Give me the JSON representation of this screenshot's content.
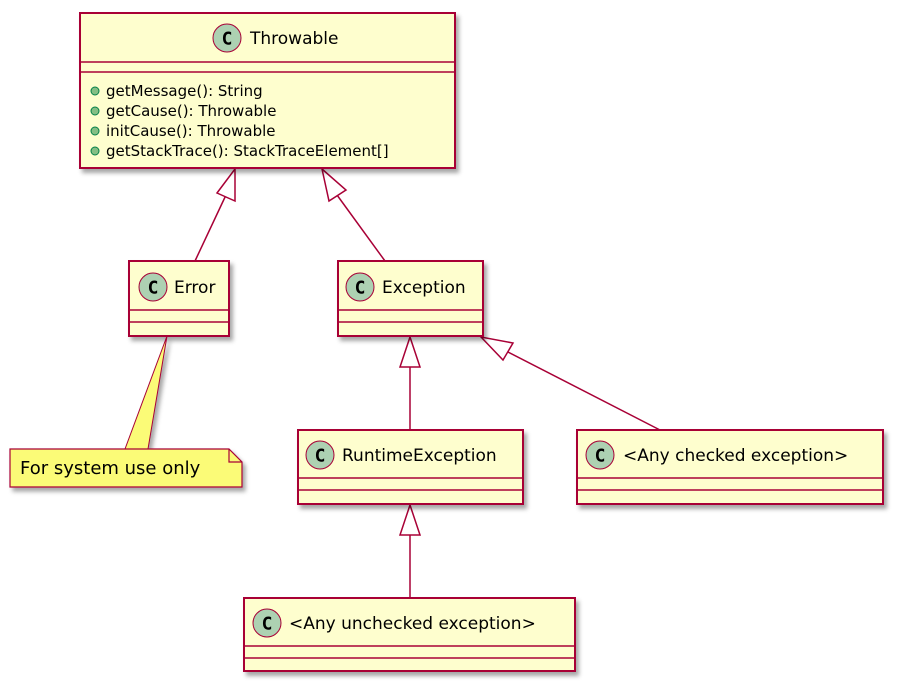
{
  "colors": {
    "class_fill": "#FEFECE",
    "class_border": "#A80036",
    "spot_fill": "#ADD1B2",
    "note_fill": "#FBFB77",
    "public_dot": "#84BE84",
    "public_dot_border": "#038048"
  },
  "spot_glyph": "C",
  "classes": {
    "throwable": {
      "name": "Throwable",
      "methods": [
        "getMessage(): String",
        "getCause(): Throwable",
        "initCause(): Throwable",
        "getStackTrace(): StackTraceElement[]"
      ]
    },
    "error": {
      "name": "Error"
    },
    "exception": {
      "name": "Exception"
    },
    "runtime_exception": {
      "name": "RuntimeException"
    },
    "checked": {
      "name": "<Any checked exception>"
    },
    "unchecked": {
      "name": "<Any unchecked exception>"
    }
  },
  "note": {
    "text": "For system use only"
  },
  "relations": [
    {
      "from": "Error",
      "to": "Throwable",
      "type": "inheritance"
    },
    {
      "from": "Exception",
      "to": "Throwable",
      "type": "inheritance"
    },
    {
      "from": "RuntimeException",
      "to": "Exception",
      "type": "inheritance"
    },
    {
      "from": "<Any checked exception>",
      "to": "Exception",
      "type": "inheritance"
    },
    {
      "from": "<Any unchecked exception>",
      "to": "RuntimeException",
      "type": "inheritance"
    }
  ]
}
